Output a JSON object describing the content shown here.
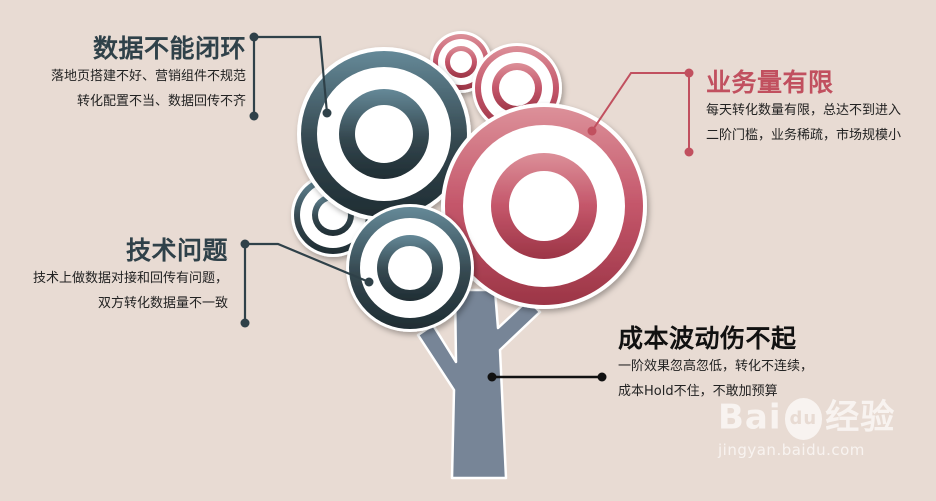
{
  "colors": {
    "background": "#e8dbd3",
    "dark": "#2c3e45",
    "dark_light": "#5e8191",
    "red": "#c1505f",
    "red_light": "#db8c95",
    "trunk": "#778597",
    "black": "#111111"
  },
  "callouts": [
    {
      "id": "data-not-closed-loop",
      "title": "数据不能闭环",
      "lines": [
        "落地页搭建不好、营销组件不规范",
        "转化配置不当、数据回传不齐"
      ],
      "color": "#2f4149"
    },
    {
      "id": "limited-volume",
      "title": "业务量有限",
      "lines": [
        "每天转化数量有限，总达不到进入",
        "二阶门槛，业务稀疏，市场规模小"
      ],
      "color": "#c1505f"
    },
    {
      "id": "technical-issues",
      "title": "技术问题",
      "lines": [
        "技术上做数据对接和回传有问题，",
        "双方转化数据量不一致"
      ],
      "color": "#2f4149"
    },
    {
      "id": "cost-fluctuation",
      "title": "成本波动伤不起",
      "lines": [
        "一阶效果忽高忽低，转化不连续，",
        "成本Hold不住，不敢加预算"
      ],
      "color": "#111111"
    }
  ],
  "watermark": {
    "logo_text": "Bai",
    "logo_paw_text": "du",
    "logo_cn": "经验",
    "url": "jingyan.baidu.com"
  }
}
